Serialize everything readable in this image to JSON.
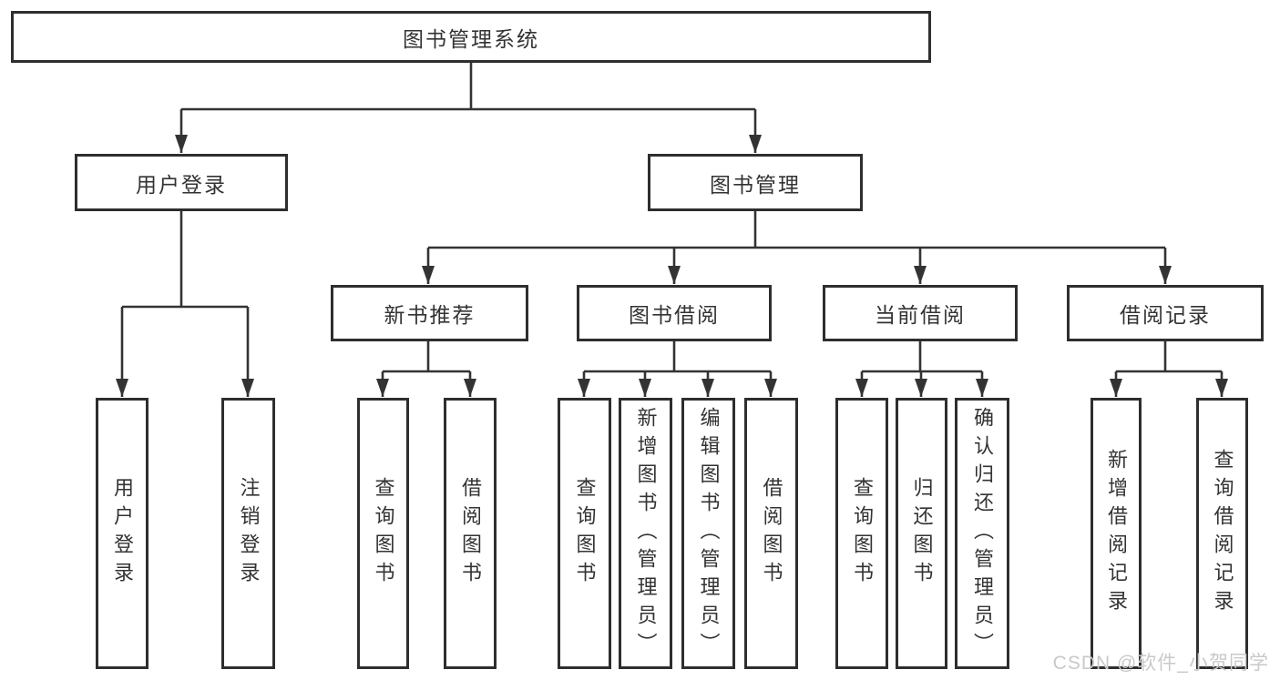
{
  "tree": {
    "label": "图书管理系统",
    "children": [
      {
        "label": "用户登录",
        "children": [
          {
            "label": "用户登录"
          },
          {
            "label": "注销登录"
          }
        ]
      },
      {
        "label": "图书管理",
        "children": [
          {
            "label": "新书推荐",
            "children": [
              {
                "label": "查询图书"
              },
              {
                "label": "借阅图书"
              }
            ]
          },
          {
            "label": "图书借阅",
            "children": [
              {
                "label": "查询图书"
              },
              {
                "label": "新增图书（管理员）"
              },
              {
                "label": "编辑图书（管理员）"
              },
              {
                "label": "借阅图书"
              }
            ]
          },
          {
            "label": "当前借阅",
            "children": [
              {
                "label": "查询图书"
              },
              {
                "label": "归还图书"
              },
              {
                "label": "确认归还（管理员）"
              }
            ]
          },
          {
            "label": "借阅记录",
            "children": [
              {
                "label": "新增借阅记录"
              },
              {
                "label": "查询借阅记录"
              }
            ]
          }
        ]
      }
    ]
  },
  "watermark": "CSDN @软件_小贺同学",
  "colors": {
    "background": "#ffffff",
    "line": "#333333",
    "box_border": "#2e2e2e",
    "box_fill": "#ffffff",
    "text": "#333333",
    "watermark": "#c9c9c9"
  }
}
